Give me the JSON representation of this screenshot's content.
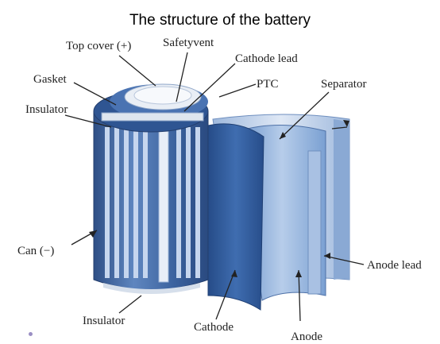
{
  "title": "The structure of the battery",
  "labels": {
    "top_cover": "Top cover (+)",
    "safety_vent": "Safetyvent",
    "cathode_lead": "Cathode lead",
    "gasket": "Gasket",
    "ptc": "PTC",
    "separator": "Separator",
    "insulator_top": "Insulator",
    "can": "Can (−)",
    "anode_lead": "Anode lead",
    "insulator_bottom": "Insulator",
    "cathode": "Cathode",
    "anode": "Anode"
  },
  "colors": {
    "can_blue": "#3a5f9c",
    "can_light": "#6f93c6",
    "cathode_blue": "#2f5a98",
    "separator_light": "#c9d8ec",
    "anode_blue": "#7ea4d4"
  }
}
